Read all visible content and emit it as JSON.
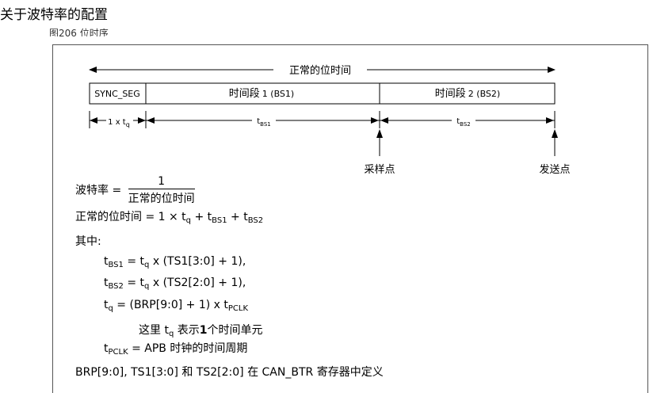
{
  "page_title": "关于波特率的配置",
  "figure_caption": "图206    位时序",
  "timing": {
    "nominal_bit_time": "正常的位时间",
    "sync_seg": "SYNC_SEG",
    "bs1_seg_label": "时间段",
    "bs1_seg_suffix": "1 (BS1)",
    "bs2_seg_label": "时间段",
    "bs2_seg_suffix": "2 (BS2)",
    "tq_label": "1 x t",
    "tq_sub": "q",
    "tbs1": "t",
    "tbs1_sub": "BS1",
    "tbs2": "t",
    "tbs2_sub": "BS2",
    "sample_point": "采样点",
    "transmit_point": "发送点"
  },
  "formulas": {
    "baud_label": "波特率 =",
    "baud_num": "1",
    "baud_den": "正常的位时间",
    "nbt_lhs": "正常的位时间 =",
    "nbt_rhs_a": "1 × t",
    "nbt_rhs_a_sub": "q",
    "nbt_rhs_b": " + t",
    "nbt_rhs_b_sub": "BS1",
    "nbt_rhs_c": " + t",
    "nbt_rhs_c_sub": "BS2",
    "where": "其中:",
    "l1_t": "t",
    "l1_sub": "BS1",
    "l1_mid": " = t",
    "l1_q": "q",
    "l1_tail": " x (TS1[3:0] + 1),",
    "l2_t": "t",
    "l2_sub": "BS2",
    "l2_mid": " = t",
    "l2_q": "q",
    "l2_tail": " x (TS2[2:0] + 1),",
    "l3_t": "t",
    "l3_q": "q",
    "l3_mid": " = (BRP[9:0] + 1) x t",
    "l3_sub": "PCLK",
    "l4_a": "这里 t",
    "l4_q": "q",
    "l4_b": " 表示",
    "l4_bold": "1",
    "l4_c": "个时间单元",
    "l5_t": "t",
    "l5_sub": "PCLK",
    "l5_tail": " = APB 时钟的时间周期",
    "footer": "BRP[9:0], TS1[3:0] 和 TS2[2:0] 在 CAN_BTR 寄存器中定义"
  }
}
